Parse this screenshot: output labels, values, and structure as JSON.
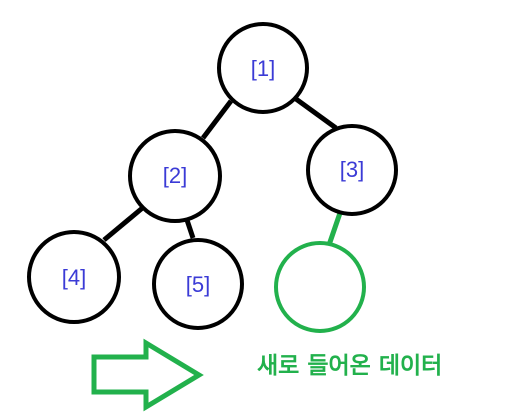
{
  "colors": {
    "node_stroke": "#000000",
    "node_label": "#3b3bd6",
    "new_node": "#22b14c",
    "arrow": "#22b14c",
    "caption": "#22b14c",
    "background": "#ffffff"
  },
  "nodes": [
    {
      "id": "node-1",
      "label": "[1]"
    },
    {
      "id": "node-2",
      "label": "[2]"
    },
    {
      "id": "node-3",
      "label": "[3]"
    },
    {
      "id": "node-4",
      "label": "[4]"
    },
    {
      "id": "node-5",
      "label": "[5]"
    }
  ],
  "edges": [
    {
      "from": "node-1",
      "to": "node-2"
    },
    {
      "from": "node-1",
      "to": "node-3"
    },
    {
      "from": "node-2",
      "to": "node-4"
    },
    {
      "from": "node-2",
      "to": "node-5"
    },
    {
      "from": "node-3",
      "to": "new-node",
      "highlight": true
    }
  ],
  "new_node": {
    "label": ""
  },
  "caption": "새로 들어온 데이터",
  "arrow_icon": "right-arrow-outline-icon"
}
